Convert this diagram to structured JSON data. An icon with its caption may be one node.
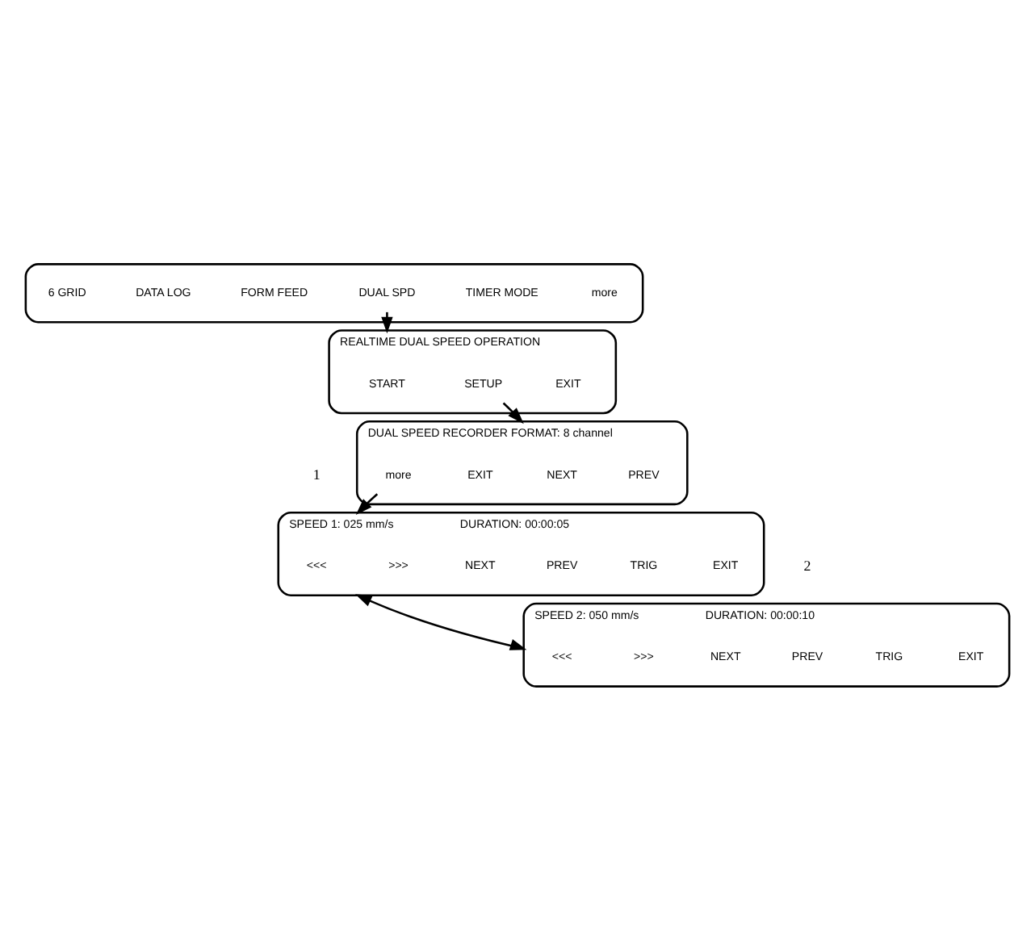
{
  "diagram": {
    "nodes": [
      {
        "text": [],
        "shape": "box"
      },
      {
        "text": [
          "6 GRID"
        ],
        "in": 0
      },
      {
        "text": [
          "DATA LOG"
        ],
        "in": 0
      },
      {
        "text": [
          "FORM FEED"
        ],
        "in": 0
      },
      {
        "text": [
          "DUAL SPD"
        ],
        "in": 0
      },
      {
        "text": [
          "TIMER MODE"
        ],
        "in": 0
      },
      {
        "text": [
          "more"
        ],
        "in": 0
      },
      {
        "text": [
          "REALTIME DUAL SPEED OPERATION"
        ]
      },
      {
        "text": [
          "START"
        ],
        "in": 7
      },
      {
        "text": [
          "SETUP"
        ],
        "in": 7
      },
      {
        "text": [
          "EXIT"
        ],
        "in": 7
      },
      {
        "text": [
          "DUAL SPEED RECORDER FORMAT: 8 channel"
        ],
        "beside": [
          "1"
        ]
      },
      {
        "text": [
          "NEXT"
        ],
        "in": 11
      },
      {
        "text": [
          "PREV"
        ],
        "in": 11
      },
      {
        "text": [
          "more"
        ],
        "in": 11
      },
      {
        "text": [
          "EXIT"
        ],
        "in": 11
      },
      {
        "text": [
          "SPEED 1: 025 mm/s",
          "DURATION: 00:00:05"
        ],
        "beside": [
          "2"
        ]
      },
      {
        "text": [
          "<<<"
        ],
        "in": 16
      },
      {
        "text": [
          ">>>"
        ],
        "in": 16
      },
      {
        "text": [
          "NEXT"
        ],
        "in": 16
      },
      {
        "text": [
          "PREV"
        ],
        "in": 16
      },
      {
        "text": [
          "TRIG"
        ],
        "in": 16
      },
      {
        "text": [
          "EXIT"
        ],
        "in": 16
      },
      {
        "text": [
          "SPEED 2: 050 mm/s",
          "DURATION: 00:00:10"
        ]
      },
      {
        "text": [
          "<<<"
        ],
        "in": 23
      },
      {
        "text": [
          ">>>"
        ],
        "in": 23
      },
      {
        "text": [
          "NEXT"
        ],
        "in": 23
      },
      {
        "text": [
          "PREV"
        ],
        "in": 23
      },
      {
        "text": [
          "TRIG"
        ],
        "in": 23
      },
      {
        "text": [
          "EXIT"
        ],
        "in": 23
      }
    ],
    "edges": [
      {
        "from": 4,
        "to": 7,
        "arrow": "to"
      },
      {
        "from": 9,
        "to": 11,
        "arrow": "to"
      },
      {
        "from": 14,
        "to": 16,
        "arrow": "to"
      },
      {
        "from": 16,
        "to": 23,
        "arrow": "both"
      }
    ]
  }
}
